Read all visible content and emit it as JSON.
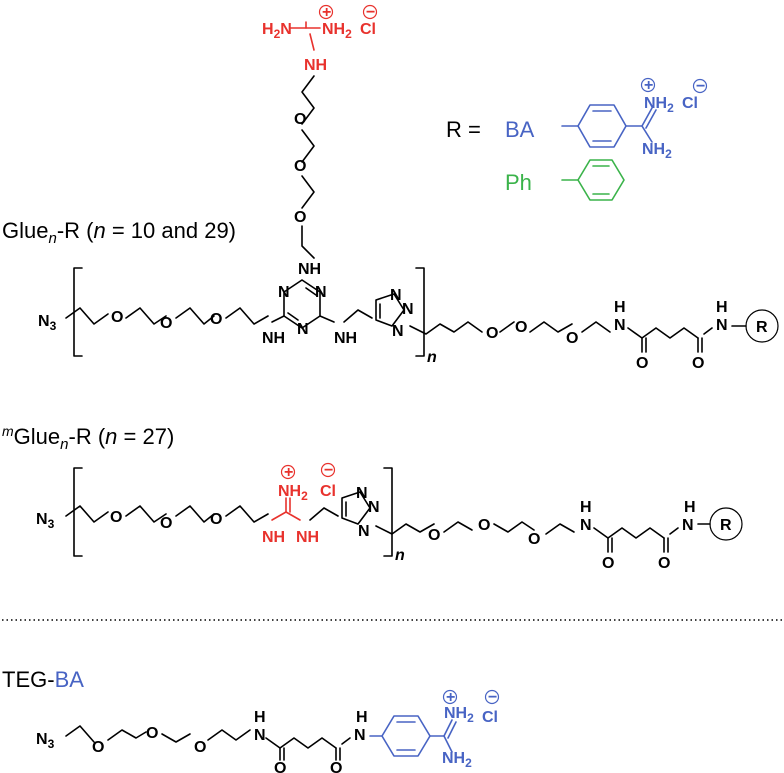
{
  "labels": {
    "r_eq": "R =",
    "ba": "BA",
    "ph": "Ph",
    "glue_title_pre": "Glue",
    "glue_title_sub": "n",
    "glue_title_post": "-R (",
    "glue_title_n": "n",
    "glue_title_end": " = 10 and 29)",
    "mglue_sup": "m",
    "mglue_title_pre": "Glue",
    "mglue_title_sub": "n",
    "mglue_title_post": "-R (",
    "mglue_title_n": "n",
    "mglue_title_end": " = 27)",
    "teg_pre": "TEG-",
    "teg_ba": "BA"
  },
  "atoms": {
    "n3": "N",
    "n3_sub": "3",
    "o": "O",
    "n": "N",
    "nh": "NH",
    "h": "H",
    "h2n": "H",
    "h2n_sub": "2",
    "h2n_n": "N",
    "nh2": "NH",
    "nh2_sub": "2",
    "cl": "Cl",
    "r": "R",
    "n_italic": "n",
    "plus": "+",
    "minus": "−"
  },
  "colors": {
    "guanidinium": "#e8322d",
    "benzamidine": "#4864c4",
    "phenyl": "#3ab34a"
  }
}
